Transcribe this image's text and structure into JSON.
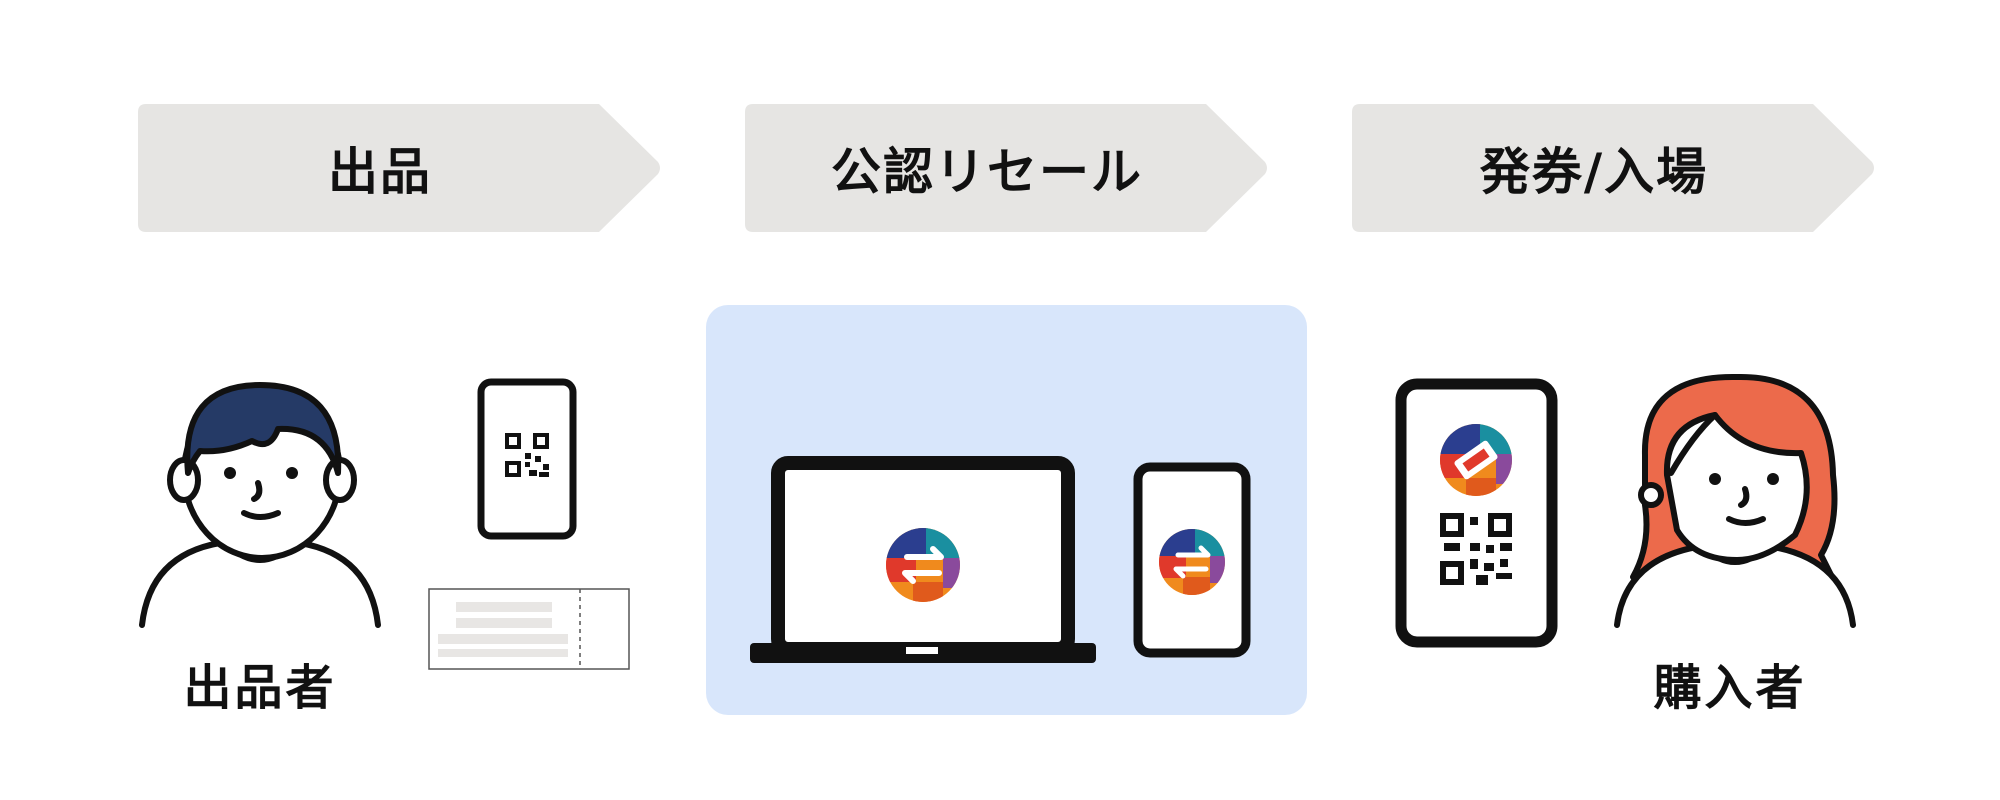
{
  "steps": [
    {
      "label": "出品"
    },
    {
      "label": "公認リセール"
    },
    {
      "label": "発券/入場"
    }
  ],
  "seller": {
    "label": "出品者"
  },
  "buyer": {
    "label": "購入者"
  },
  "colors": {
    "step_bg": "#e6e5e3",
    "resale_panel": "#d8e6fb",
    "seller_hair": "#253a66",
    "buyer_hair": "#ec6a4b",
    "arrow_red": "#e0392b",
    "logo_blue": "#2b3e8f",
    "logo_orange": "#f08a1d"
  },
  "icons": [
    "qr-code-icon",
    "resale-logo-icon",
    "ticket-logo-icon",
    "laptop-icon",
    "smartphone-icon",
    "paper-ticket-icon"
  ]
}
